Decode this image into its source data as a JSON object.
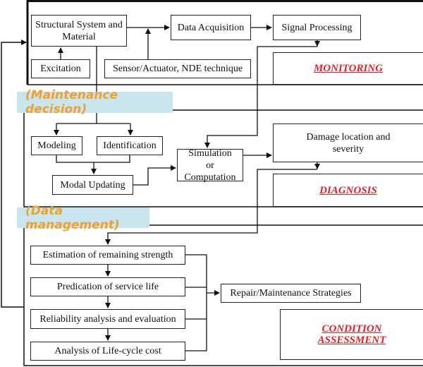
{
  "monitoring": {
    "label": "MONITORING",
    "structural": "Structural System and Material",
    "excitation": "Excitation",
    "sensor": "Sensor/Actuator, NDE technique",
    "data_acquisition": "Data Acquisition",
    "signal_processing": "Signal Processing"
  },
  "maintenance_band": "(Maintenance decision)",
  "diagnosis": {
    "label": "DIAGNOSIS",
    "modeling": "Modeling",
    "identification": "Identification",
    "modal_updating": "Modal Updating",
    "simulation": "Simulation or Computation",
    "damage": "Damage location and severity"
  },
  "data_band": "(Data management)",
  "condition": {
    "label": "CONDITION ASSESSMENT",
    "estimation": "Estimation of remaining strength",
    "predication": "Predication of service life",
    "reliability": "Reliability analysis and evaluation",
    "lifecycle": "Analysis of Life-cycle cost",
    "repair": "Repair/Maintenance Strategies"
  },
  "colors": {
    "label_red": "#e0202a",
    "band_bg": "#c9e6ef",
    "band_text": "#f0a030"
  }
}
